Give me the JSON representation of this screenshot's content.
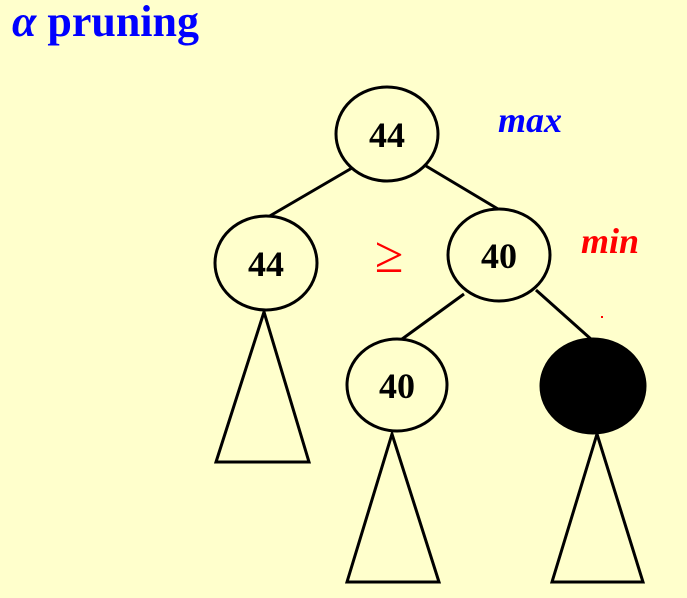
{
  "title": {
    "symbol": "α",
    "text": "pruning"
  },
  "colors": {
    "background": "#FFFFCC",
    "title": "#0000FF",
    "max_label": "#0000FF",
    "min_label": "#FF0000",
    "comparison": "#FF0000",
    "pruned_node": "#000000"
  },
  "labels": {
    "max": "max",
    "min": "min",
    "comparison": "≥"
  },
  "tree": {
    "root": {
      "value": "44",
      "level": "max"
    },
    "left_child": {
      "value": "44",
      "level": "min"
    },
    "right_child": {
      "value": "40",
      "level": "min"
    },
    "right_left_child": {
      "value": "40"
    },
    "right_right_child": {
      "value": "",
      "pruned": true
    }
  }
}
